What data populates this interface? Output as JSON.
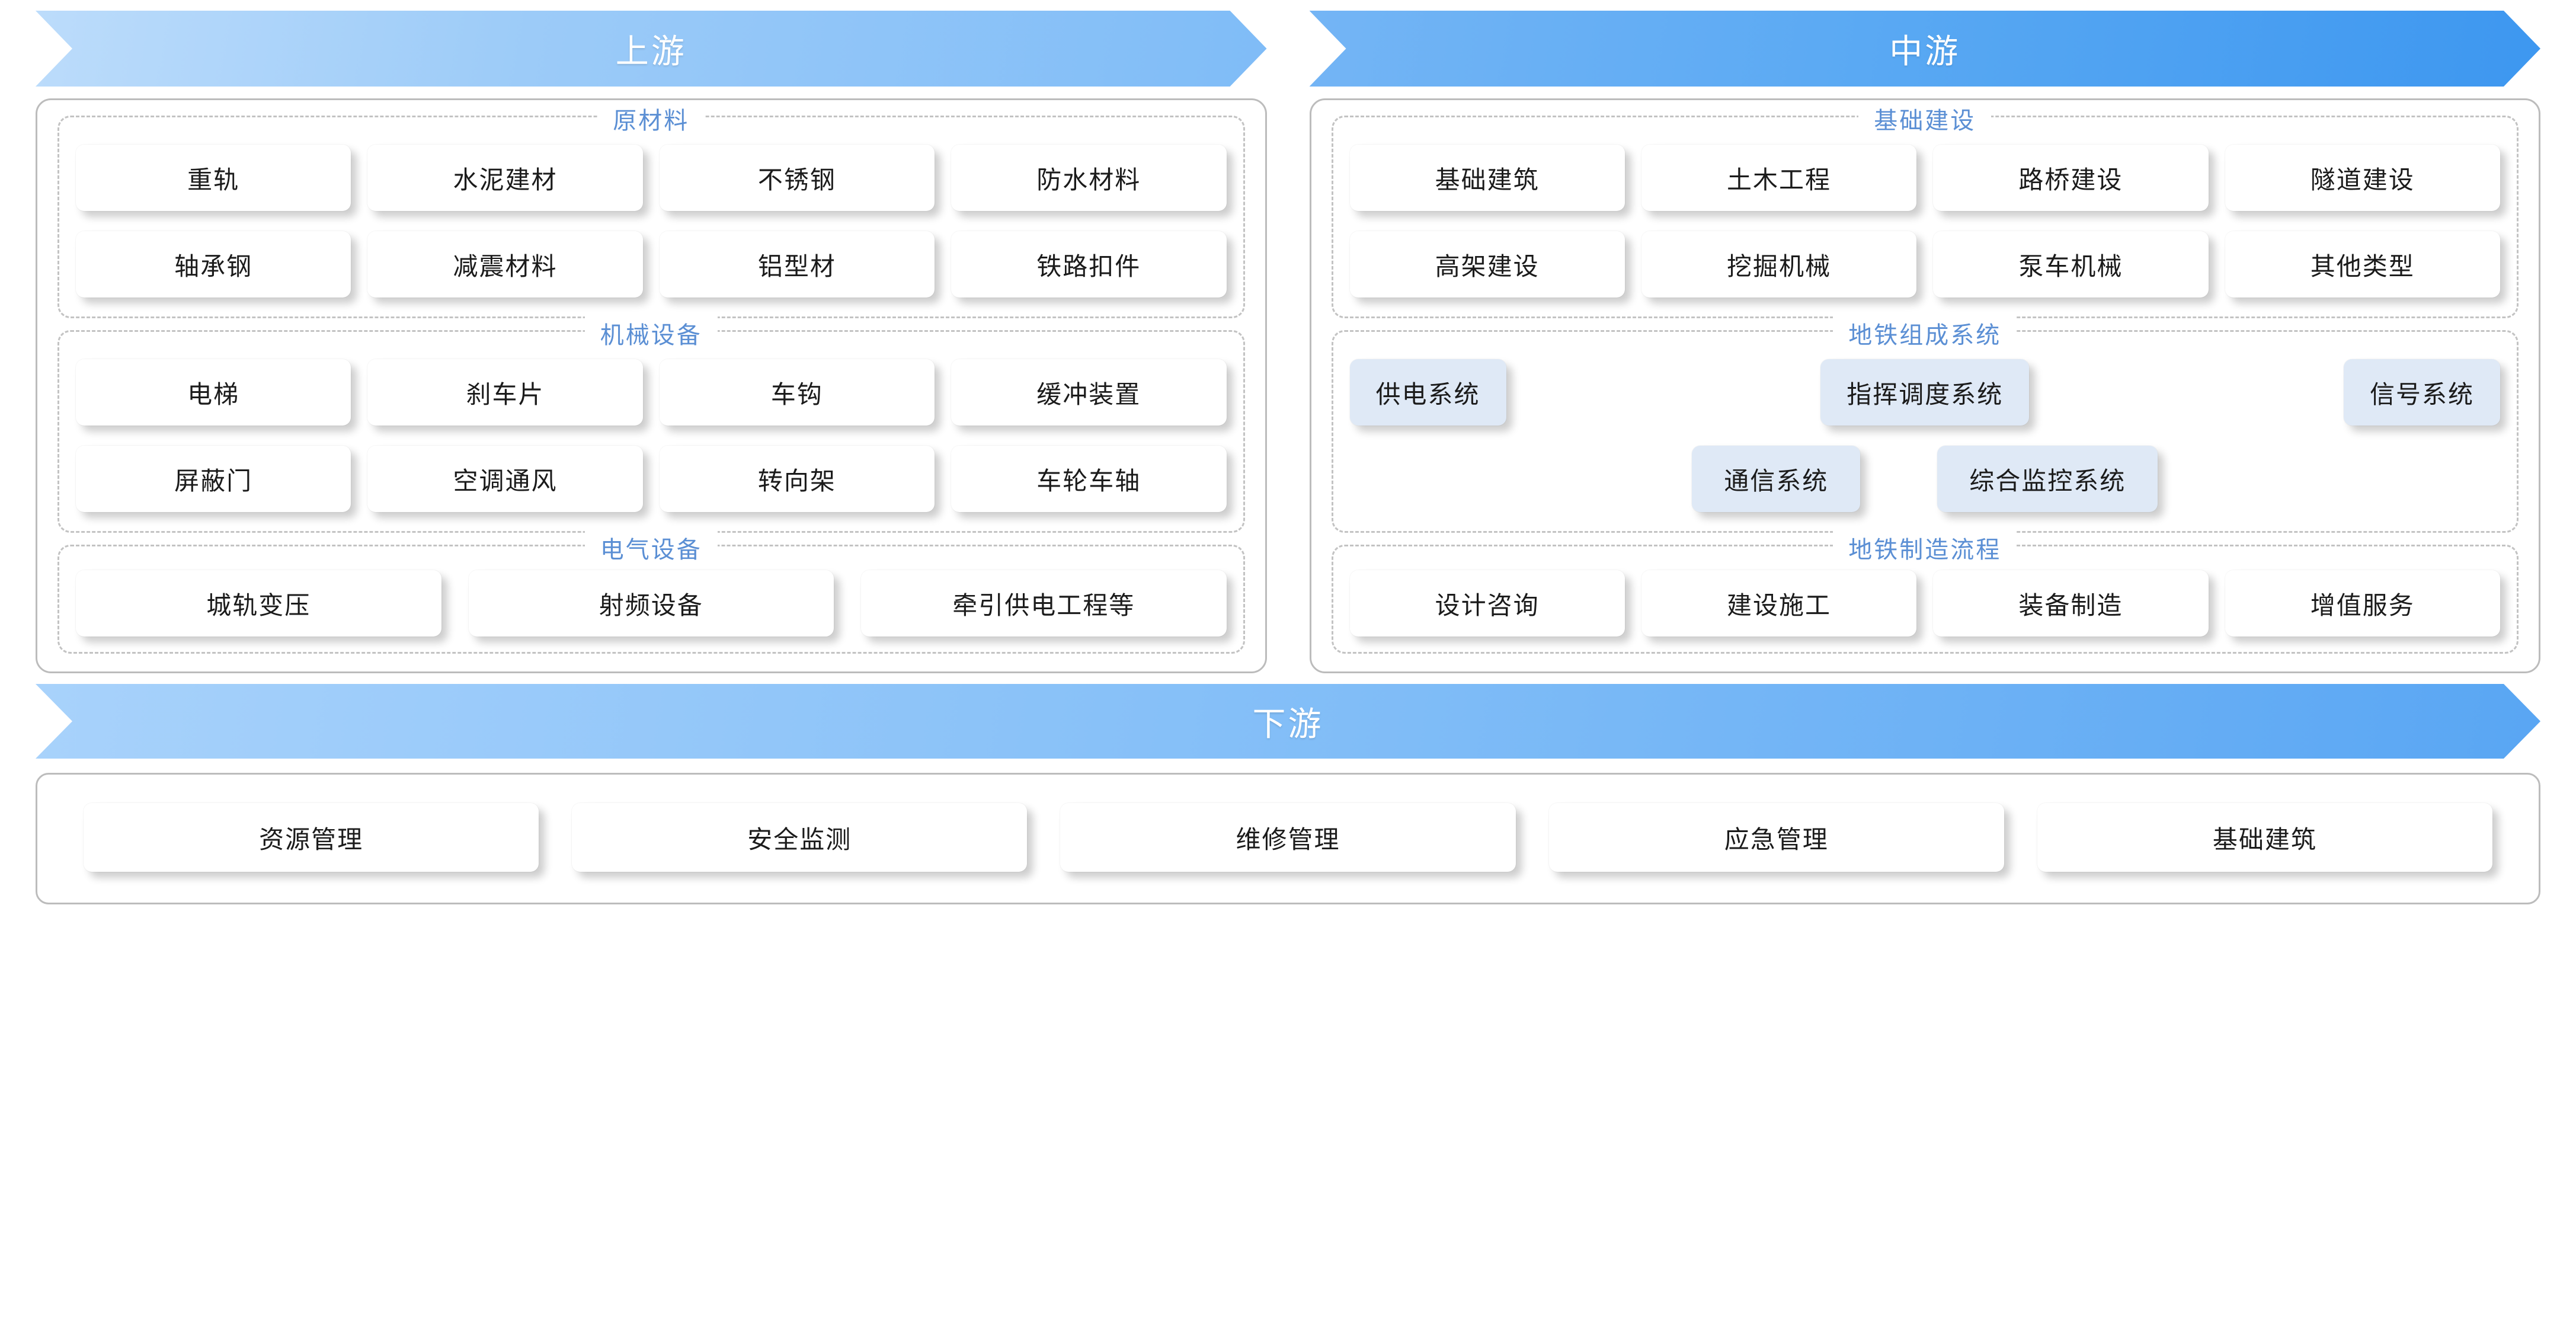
{
  "banners": {
    "upstream": "上游",
    "midstream": "中游",
    "downstream": "下游"
  },
  "colors": {
    "upstream_banner": "#9ccbf8",
    "midstream_banner": "#5aa9f3",
    "downstream_banner": "#7fbcf7",
    "section_title": "#5b8fd4",
    "card_bg": "#ffffff",
    "card_bg_blue": "#dfe9f6",
    "panel_border": "#bcbcbc",
    "section_border": "#c3c3c3"
  },
  "upstream": {
    "sections": [
      {
        "title": "原材料",
        "cards": [
          "重轨",
          "水泥建材",
          "不锈钢",
          "防水材料",
          "轴承钢",
          "减震材料",
          "铝型材",
          "铁路扣件"
        ]
      },
      {
        "title": "机械设备",
        "cards": [
          "电梯",
          "刹车片",
          "车钩",
          "缓冲装置",
          "屏蔽门",
          "空调通风",
          "转向架",
          "车轮车轴"
        ]
      },
      {
        "title": "电气设备",
        "cards": [
          "城轨变压",
          "射频设备",
          "牵引供电工程等"
        ]
      }
    ]
  },
  "midstream": {
    "sections": [
      {
        "title": "基础建设",
        "cards": [
          "基础建筑",
          "土木工程",
          "路桥建设",
          "隧道建设",
          "高架建设",
          "挖掘机械",
          "泵车机械",
          "其他类型"
        ]
      },
      {
        "title": "地铁组成系统",
        "row1": [
          "供电系统",
          "指挥调度系统",
          "信号系统"
        ],
        "row2": [
          "通信系统",
          "综合监控系统"
        ]
      },
      {
        "title": "地铁制造流程",
        "cards": [
          "设计咨询",
          "建设施工",
          "装备制造",
          "增值服务"
        ]
      }
    ]
  },
  "downstream": {
    "cards": [
      "资源管理",
      "安全监测",
      "维修管理",
      "应急管理",
      "基础建筑"
    ]
  }
}
